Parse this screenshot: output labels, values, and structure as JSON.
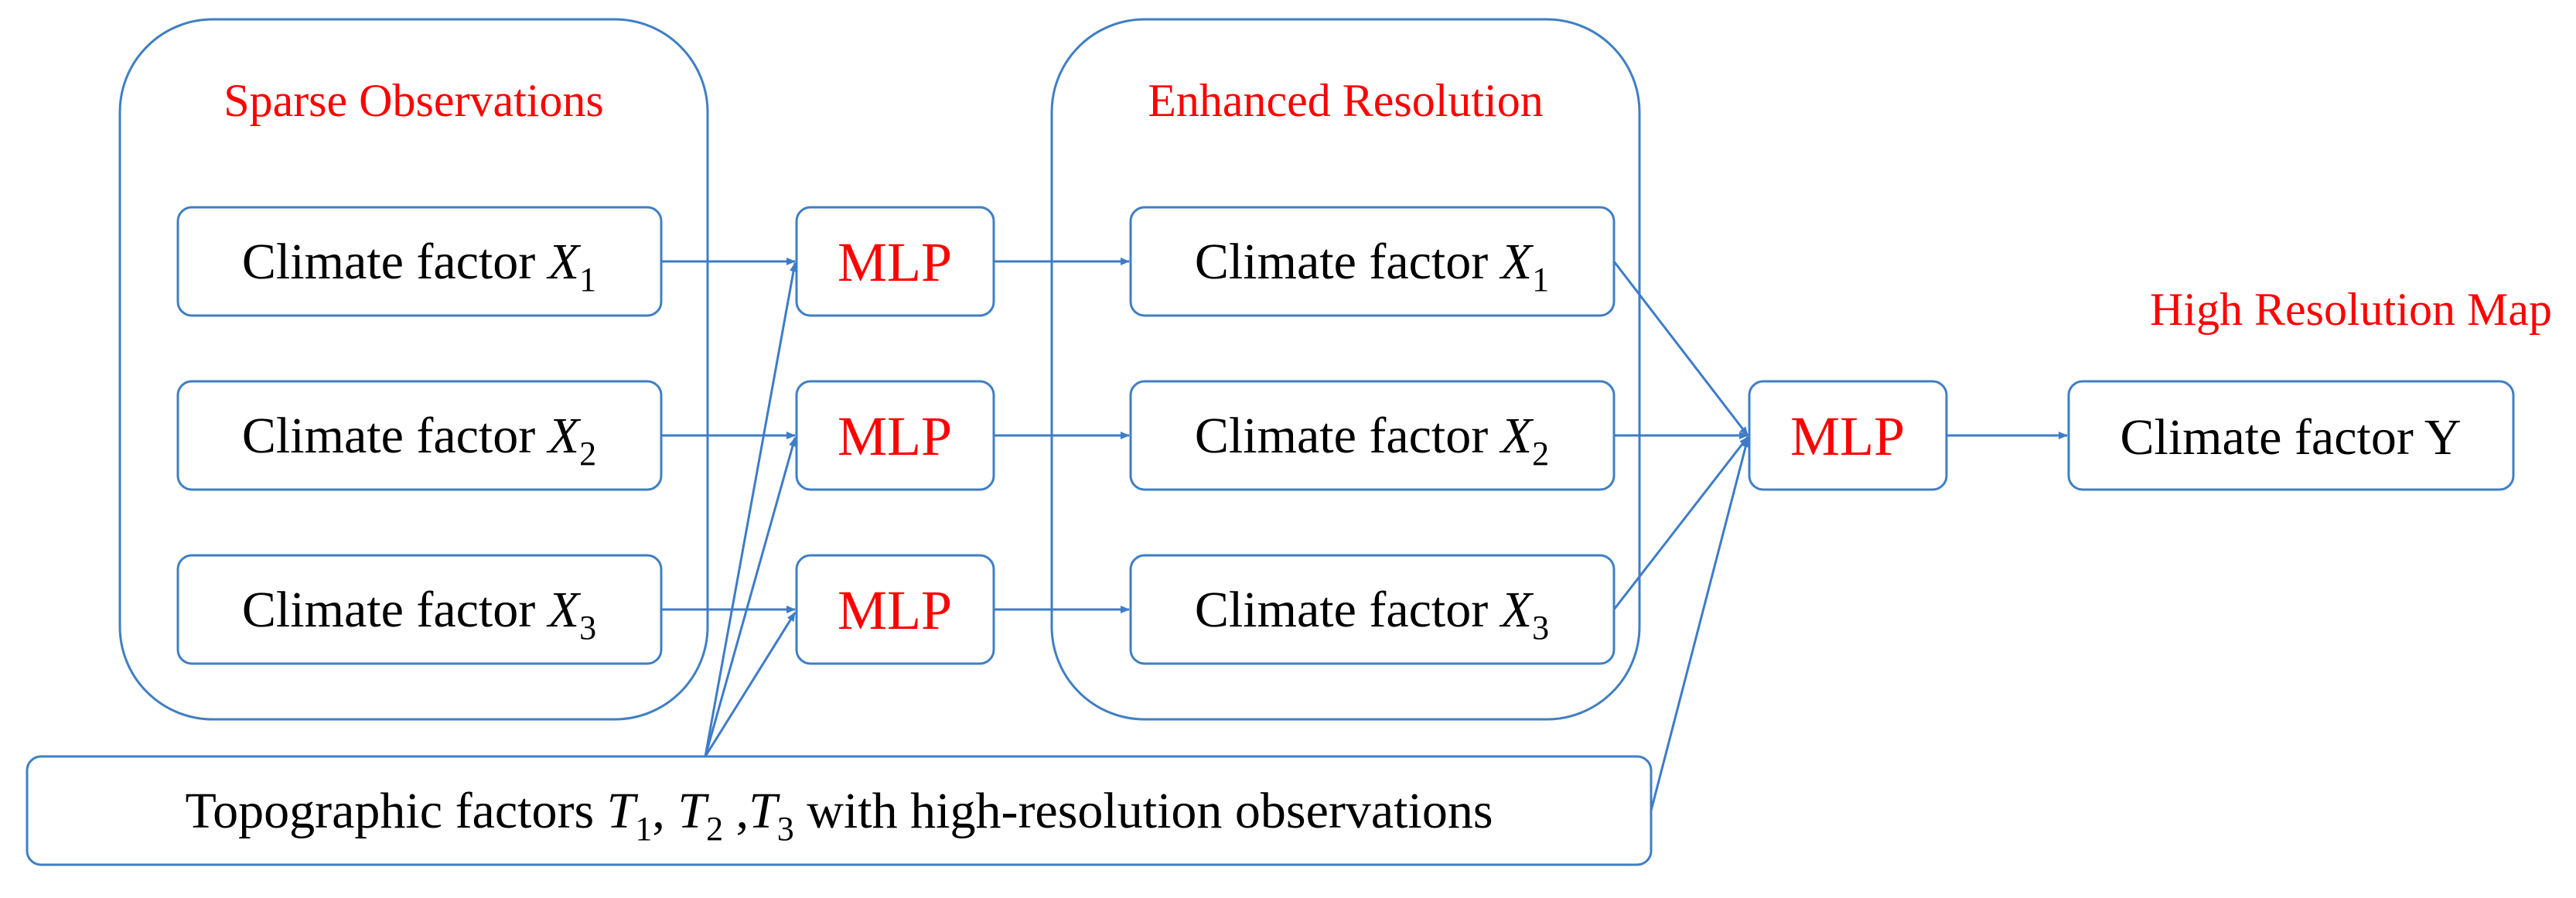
{
  "colors": {
    "box_stroke": "#3f7fc4",
    "arrow": "#3d7cc9",
    "title_red": "#ff0000",
    "text": "#000000"
  },
  "groups": {
    "sparse_title": "Sparse Observations",
    "enhanced_title": "Enhanced Resolution",
    "high_res_title": "High Resolution Map"
  },
  "inputs": [
    {
      "prefix": "Climate factor ",
      "var": "X",
      "sub": "1"
    },
    {
      "prefix": "Climate factor ",
      "var": "X",
      "sub": "2"
    },
    {
      "prefix": "Climate factor ",
      "var": "X",
      "sub": "3"
    }
  ],
  "mlp_label": "MLP",
  "outputs": [
    {
      "prefix": "Climate factor ",
      "var": "X",
      "sub": "1"
    },
    {
      "prefix": "Climate factor ",
      "var": "X",
      "sub": "2"
    },
    {
      "prefix": "Climate factor ",
      "var": "X",
      "sub": "3"
    }
  ],
  "final_mlp_label": "MLP",
  "result": "Climate factor Y",
  "topographic": {
    "prefix": "Topographic factors ",
    "t1_var": "T",
    "t1_sub": "1",
    "sep1": ", ",
    "t2_var": "T",
    "t2_sub": "2",
    "sep2": " ,",
    "t3_var": "T",
    "t3_sub": "3",
    "suffix": " with high-resolution observations"
  }
}
